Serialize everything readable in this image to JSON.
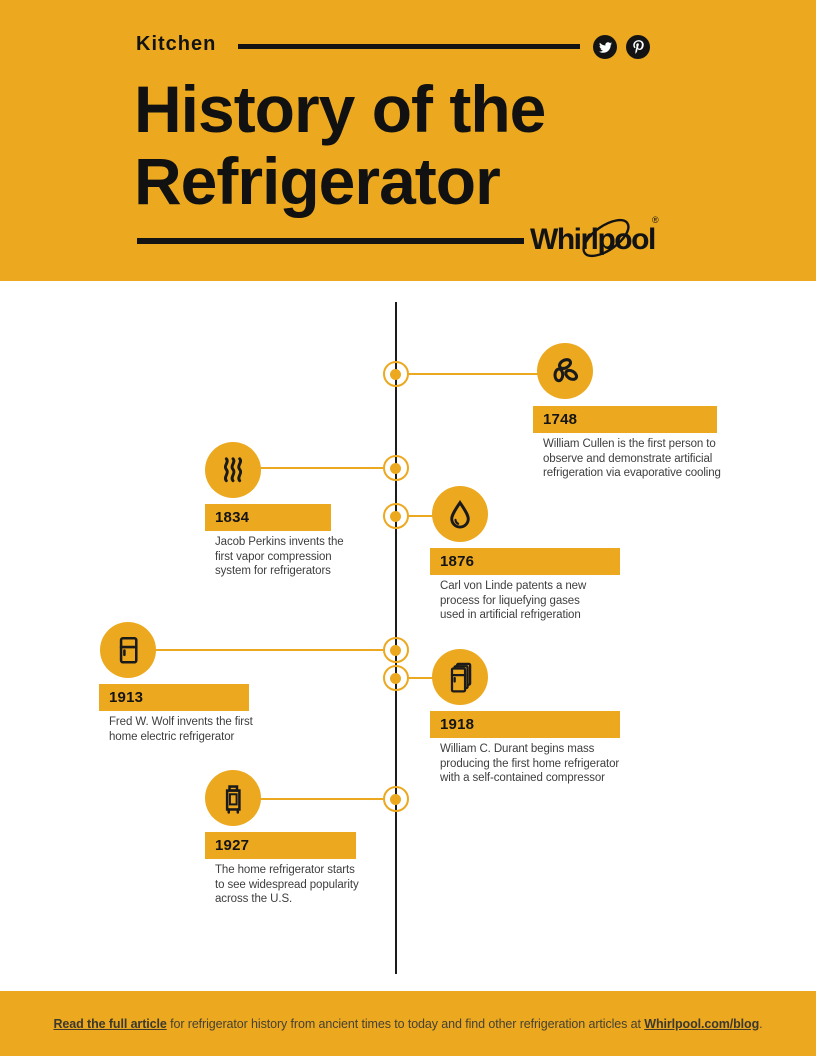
{
  "colors": {
    "brand_yellow": "#ECA920",
    "ink_black": "#131313",
    "body_text": "#3E3E3E"
  },
  "header": {
    "category_label": "Kitchen",
    "title_line1": "History of the",
    "title_line2": "Refrigerator",
    "brand_logo_text": "Whirlpool",
    "brand_registered_mark": "®",
    "social_icons": [
      {
        "name": "twitter"
      },
      {
        "name": "pinterest"
      }
    ]
  },
  "timeline": {
    "events": [
      {
        "year": "1748",
        "side": "right",
        "icon": "fan-icon",
        "lines": [
          "William Cullen is the first person to",
          "observe and demonstrate artificial",
          "refrigeration via evaporative cooling"
        ]
      },
      {
        "year": "1834",
        "side": "left",
        "icon": "steam-icon",
        "lines": [
          "Jacob Perkins invents the",
          "first vapor compression",
          "system for refrigerators"
        ]
      },
      {
        "year": "1876",
        "side": "right",
        "icon": "droplet-icon",
        "lines": [
          "Carl von Linde patents a new",
          "process for liquefying gases",
          "used in artificial refrigeration"
        ]
      },
      {
        "year": "1913",
        "side": "left",
        "icon": "refrigerator-icon",
        "lines": [
          "Fred W. Wolf invents the first",
          "home electric refrigerator"
        ]
      },
      {
        "year": "1918",
        "side": "right",
        "icon": "refrigerator-stack-icon",
        "lines": [
          "William C. Durant begins mass",
          "producing the first home refrigerator",
          "with a self-contained compressor"
        ]
      },
      {
        "year": "1927",
        "side": "left",
        "icon": "vintage-refrigerator-icon",
        "lines": [
          "The home refrigerator starts",
          "to see widespread popularity",
          "across the U.S."
        ]
      }
    ]
  },
  "footer": {
    "link_read_article": "Read the full article",
    "middle_text": " for refrigerator history from ancient times to today and find other refrigeration articles at ",
    "link_blog": "Whirlpool.com/blog",
    "end_punctuation": "."
  }
}
